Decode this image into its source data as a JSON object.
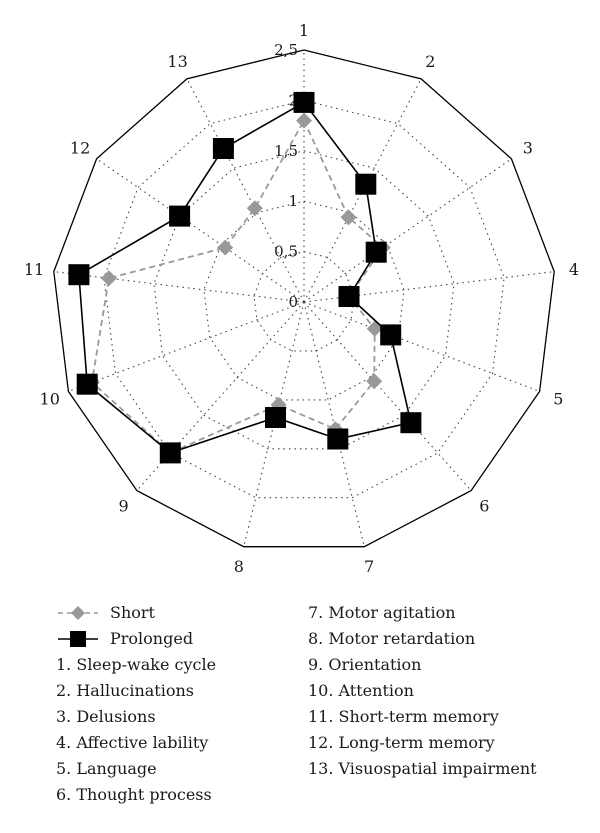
{
  "chart_data": {
    "type": "radar",
    "categories": [
      "1",
      "2",
      "3",
      "4",
      "5",
      "6",
      "7",
      "8",
      "9",
      "10",
      "11",
      "12",
      "13"
    ],
    "category_names": [
      "Sleep-wake cycle",
      "Hallucinations",
      "Delusions",
      "Affective lability",
      "Language",
      "Thought process",
      "Motor agitation",
      "Motor retardation",
      "Orientation",
      "Attention",
      "Short-term memory",
      "Long-term memory",
      "Visuospatial impairment"
    ],
    "rlim": [
      0,
      2.5
    ],
    "ticks": [
      0,
      0.5,
      1,
      1.5,
      2,
      2.5
    ],
    "tick_labels": [
      "0",
      "0,5",
      "1",
      "1,5",
      "2",
      "2,5"
    ],
    "grid": true,
    "series": [
      {
        "name": "Short",
        "values": [
          1.8,
          0.95,
          0.95,
          0.45,
          0.75,
          1.05,
          1.3,
          1.05,
          2.0,
          2.25,
          1.95,
          0.95,
          1.05
        ],
        "color": "#999999",
        "marker": "diamond",
        "line_style": "dashed"
      },
      {
        "name": "Prolonged",
        "values": [
          1.98,
          1.32,
          0.87,
          0.45,
          0.92,
          1.6,
          1.4,
          1.18,
          2.0,
          2.3,
          2.25,
          1.5,
          1.72
        ],
        "color": "#000000",
        "marker": "square",
        "line_style": "solid"
      }
    ]
  },
  "legend": {
    "series": [
      "Short",
      "Prolonged"
    ],
    "left_items": [
      "1. Sleep-wake cycle",
      "2. Hallucinations",
      "3. Delusions",
      "4. Affective lability",
      "5. Language",
      "6. Thought process"
    ],
    "right_items": [
      "7. Motor agitation",
      "8. Motor retardation",
      "9. Orientation",
      "10. Attention",
      "11. Short-term memory",
      "12. Long-term memory",
      "13. Visuospatial impairment"
    ]
  }
}
